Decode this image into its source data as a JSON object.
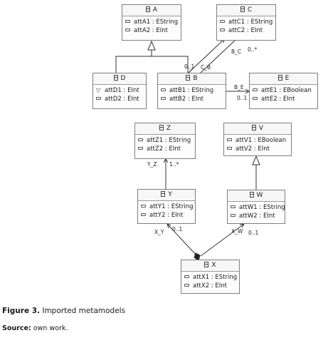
{
  "classes": {
    "A": {
      "name": "A",
      "attrs": [
        {
          "text": "attA1 : EString"
        },
        {
          "text": "attA2 : EInt"
        }
      ]
    },
    "C": {
      "name": "C",
      "attrs": [
        {
          "text": "attC1 : EString"
        },
        {
          "text": "attC2 : EInt"
        }
      ]
    },
    "D": {
      "name": "D",
      "attrs": [
        {
          "text": "attD1 : EInt",
          "key": true
        },
        {
          "text": "attD2 : EInt"
        }
      ]
    },
    "B": {
      "name": "B",
      "attrs": [
        {
          "text": "attB1 : EString"
        },
        {
          "text": "attB2 : EInt"
        }
      ]
    },
    "E": {
      "name": "E",
      "attrs": [
        {
          "text": "attE1 : EBoolean"
        },
        {
          "text": "attE2 : EInt"
        }
      ]
    },
    "Z": {
      "name": "Z",
      "attrs": [
        {
          "text": "attZ1 : EString"
        },
        {
          "text": "attZ2 : EInt"
        }
      ]
    },
    "V": {
      "name": "V",
      "attrs": [
        {
          "text": "attV1 : EBoolean"
        },
        {
          "text": "attV2 : EInt"
        }
      ]
    },
    "Y": {
      "name": "Y",
      "attrs": [
        {
          "text": "attY1 : EString"
        },
        {
          "text": "attY2 : EInt"
        }
      ]
    },
    "W": {
      "name": "W",
      "attrs": [
        {
          "text": "attW1 : EString"
        },
        {
          "text": "attW2 : EInt"
        }
      ]
    },
    "X": {
      "name": "X",
      "attrs": [
        {
          "text": "attX1 : EString"
        },
        {
          "text": "attX2 : EInt"
        }
      ]
    }
  },
  "labels": {
    "cb_mult": "0..1",
    "cb_role": "C_B",
    "bc_role": "B_C",
    "bc_mult": "0..*",
    "be_role": "B_E",
    "be_mult": "0..1",
    "yz_role": "Y_Z",
    "yz_mult": "1..*",
    "xy_role": "X_Y",
    "xy_mult": "0..1",
    "xw_role": "X_W",
    "xw_mult": "0..1"
  },
  "caption": {
    "prefix": "Figure 3.",
    "text": "Imported metamodels"
  },
  "source": {
    "prefix": "Source:",
    "text": "own work."
  }
}
